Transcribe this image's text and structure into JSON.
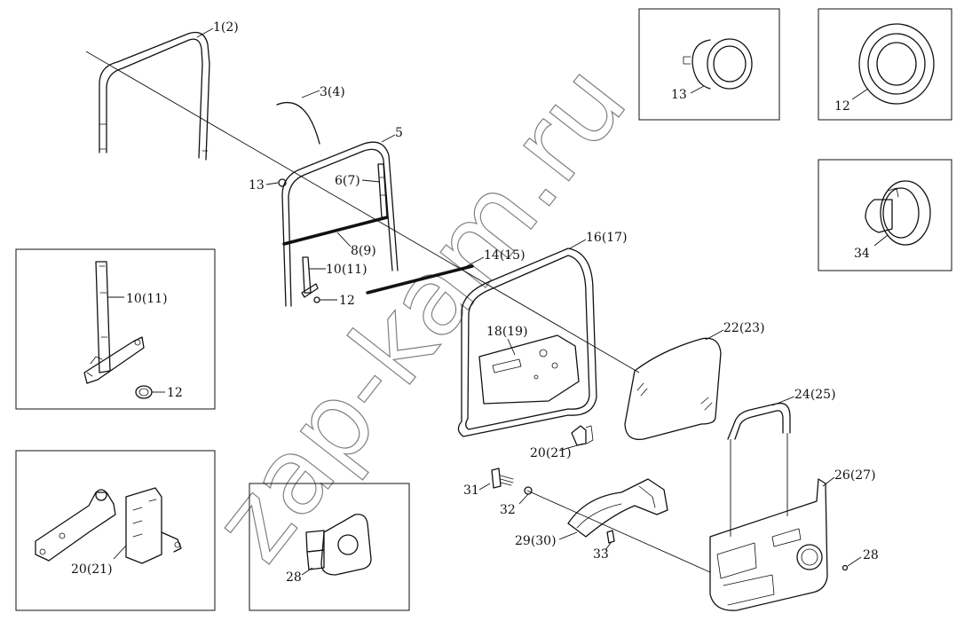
{
  "watermark": "zap-kam.ru",
  "callouts": {
    "c_1_2": "1(2)",
    "c_3_4": "3(4)",
    "c_5": "5",
    "c_6_7": "6(7)",
    "c_13_a": "13",
    "c_8_9": "8(9)",
    "c_10_11_a": "10(11)",
    "c_12_a": "12",
    "c_14_15": "14(15)",
    "c_16_17": "16(17)",
    "c_18_19": "18(19)",
    "c_20_21_a": "20(21)",
    "c_22_23": "22(23)",
    "c_24_25": "24(25)",
    "c_26_27": "26(27)",
    "c_28_a": "28",
    "c_29_30": "29(30)",
    "c_31": "31",
    "c_32": "32",
    "c_33": "33",
    "c_13_inset": "13",
    "c_12_inset": "12",
    "c_34_inset": "34",
    "c_10_11_inset": "10(11)",
    "c_12_inset_b": "12",
    "c_20_21_inset": "20(21)",
    "c_28_inset": "28"
  }
}
